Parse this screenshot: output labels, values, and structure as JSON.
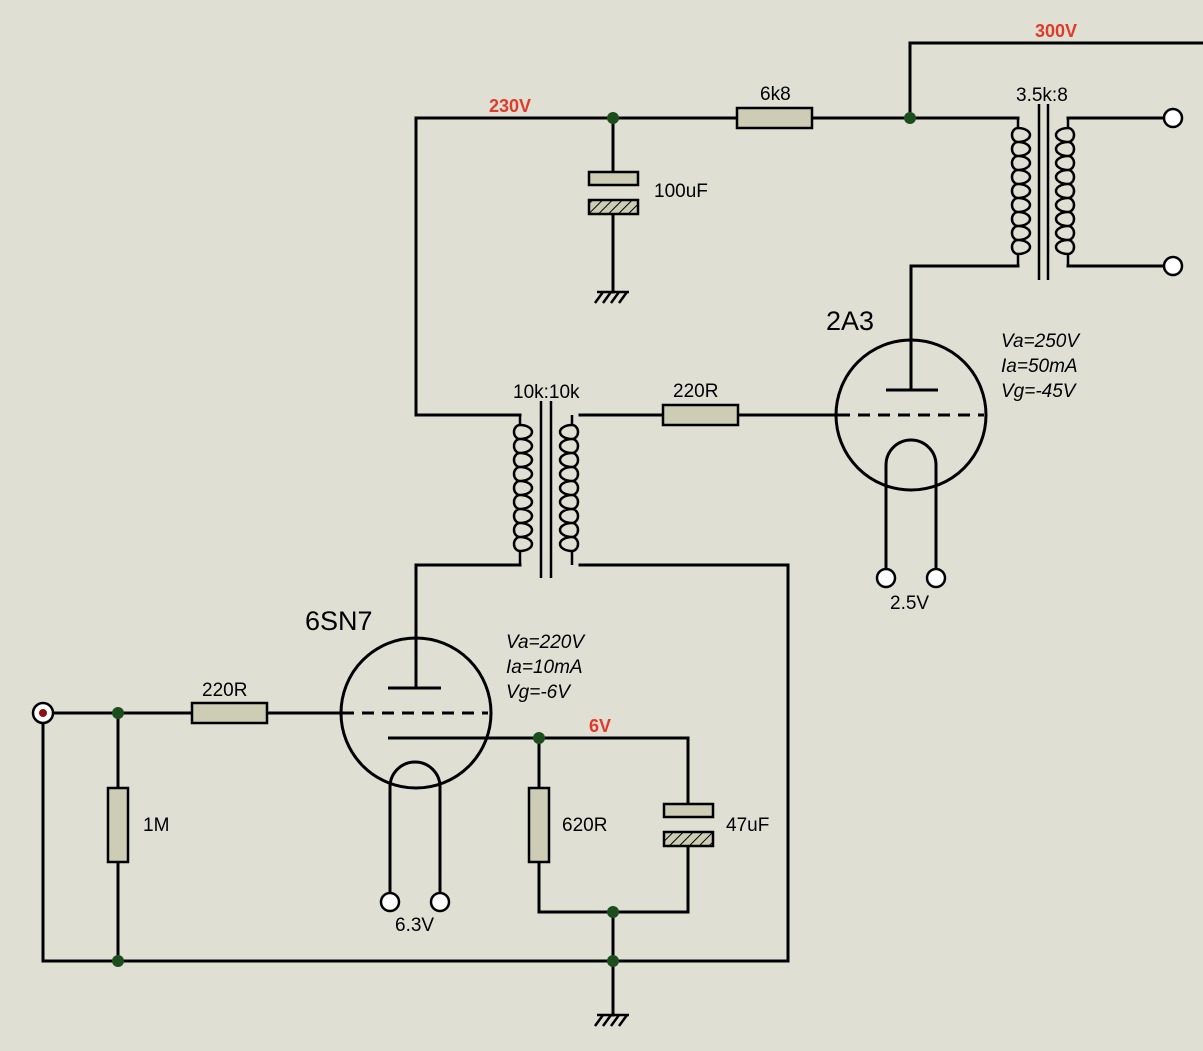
{
  "colors": {
    "background": "#dfdfd3",
    "rail_label": "#e03a2a",
    "component_fill": "#cdcdb5",
    "junction": "#1c4d1c"
  },
  "rails": {
    "supply": "300V",
    "b_plus": "230V",
    "cathode": "6V"
  },
  "components": {
    "r_dropper": "6k8",
    "c_filter": "100uF",
    "output_transformer": "3.5k:8",
    "interstage_transformer": "10k:10k",
    "r_grid_power": "220R",
    "r_grid_input": "220R",
    "r_grid_leak": "1M",
    "r_cathode": "620R",
    "c_cathode": "47uF"
  },
  "tubes": {
    "power": {
      "name": "2A3",
      "va": "Va=250V",
      "ia": "Ia=50mA",
      "vg": "Vg=-45V",
      "heater": "2.5V"
    },
    "driver": {
      "name": "6SN7",
      "va": "Va=220V",
      "ia": "Ia=10mA",
      "vg": "Vg=-6V",
      "heater": "6.3V"
    }
  }
}
